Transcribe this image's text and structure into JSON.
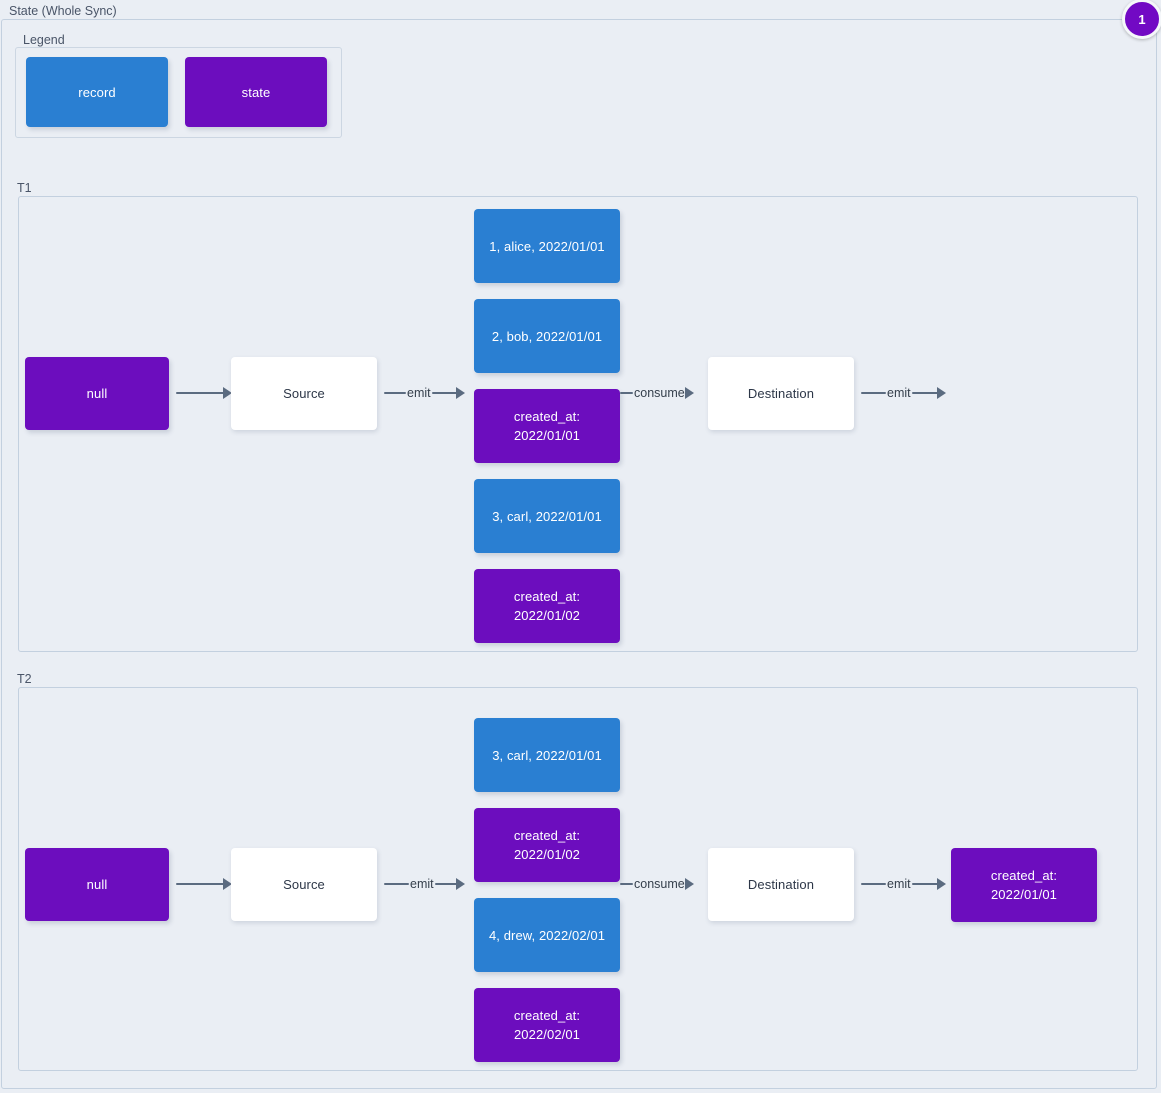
{
  "diagram": {
    "title": "State (Whole Sync)",
    "badge": "1",
    "colors": {
      "record": "#2a7fd2",
      "state": "#6c0dbe",
      "process": "#ffffff",
      "background": "#eaeef4",
      "edge": "#5b6b80"
    }
  },
  "legend": {
    "title": "Legend",
    "items": [
      {
        "label": "record",
        "kind": "record"
      },
      {
        "label": "state",
        "kind": "state"
      }
    ]
  },
  "groups": [
    {
      "title": "T1",
      "nodes": {
        "initial_state": "null",
        "source": "Source",
        "destination": "Destination",
        "final_state": ""
      },
      "stack": [
        {
          "label": "1, alice, 2022/01/01",
          "kind": "record"
        },
        {
          "label": "2, bob, 2022/01/01",
          "kind": "record"
        },
        {
          "label": "created_at:\n2022/01/01",
          "kind": "state"
        },
        {
          "label": "3, carl, 2022/01/01",
          "kind": "record"
        },
        {
          "label": "created_at:\n2022/01/02",
          "kind": "state"
        }
      ],
      "edges": {
        "state_to_source": "",
        "source_to_stack": "emit",
        "stack_to_destination": "consume",
        "destination_out": "emit"
      }
    },
    {
      "title": "T2",
      "nodes": {
        "initial_state": "null",
        "source": "Source",
        "destination": "Destination",
        "final_state": "created_at:\n2022/01/01"
      },
      "stack": [
        {
          "label": "3, carl, 2022/01/01",
          "kind": "record"
        },
        {
          "label": "created_at:\n2022/01/02",
          "kind": "state"
        },
        {
          "label": "4, drew, 2022/02/01",
          "kind": "record"
        },
        {
          "label": "created_at:\n2022/02/01",
          "kind": "state"
        }
      ],
      "edges": {
        "state_to_source": "",
        "source_to_stack": "emit",
        "stack_to_destination": "consume",
        "destination_out": "emit"
      }
    }
  ]
}
